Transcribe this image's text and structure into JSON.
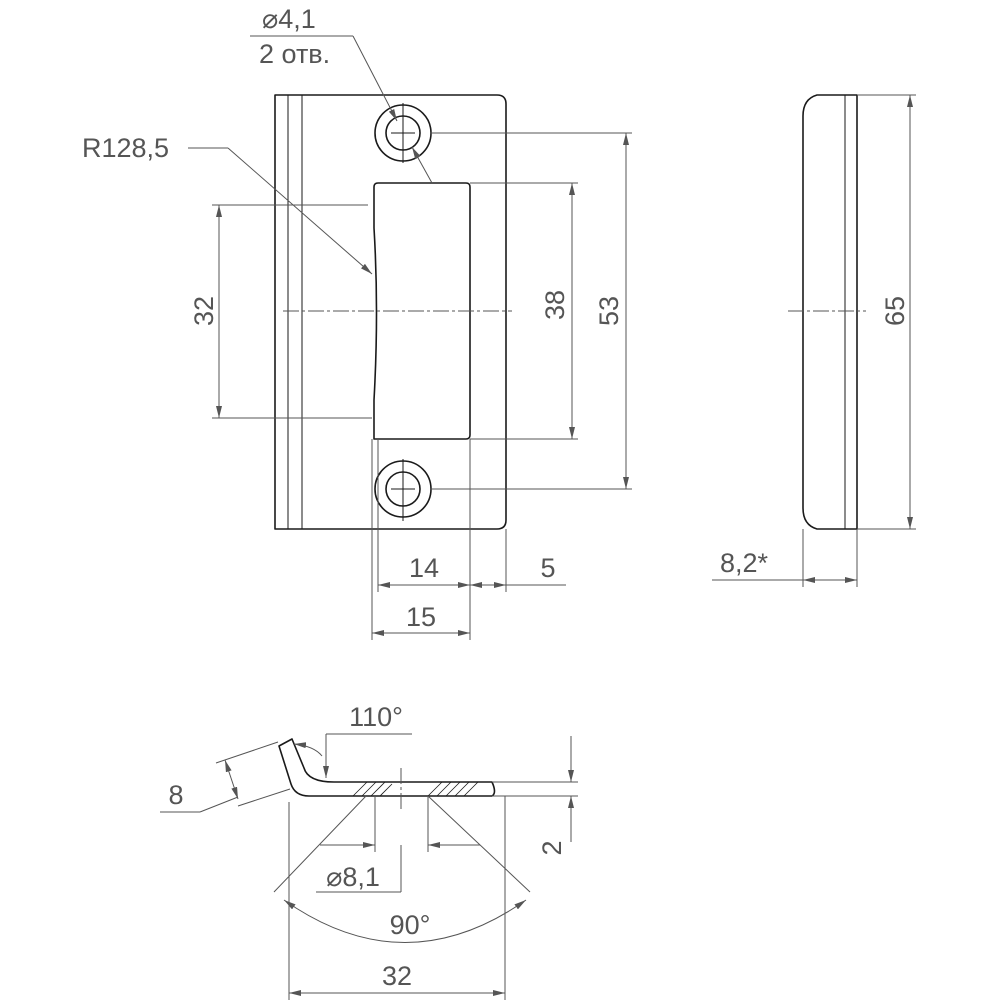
{
  "labels": {
    "hole_diameter": "⌀4,1",
    "hole_count": "2 отв.",
    "radius": "R128,5",
    "dim_32_vertical": "32",
    "dim_38": "38",
    "dim_53": "53",
    "dim_65": "65",
    "dim_14": "14",
    "dim_5": "5",
    "dim_15": "15",
    "dim_8_2": "8,2*",
    "angle_110": "110°",
    "dim_8": "8",
    "dim_2": "2",
    "hole_diameter_bottom": "⌀8,1",
    "angle_90": "90°",
    "dim_32_horizontal": "32"
  },
  "colors": {
    "line": "#1a1a1a",
    "dimension": "#555555",
    "background": "#ffffff"
  }
}
